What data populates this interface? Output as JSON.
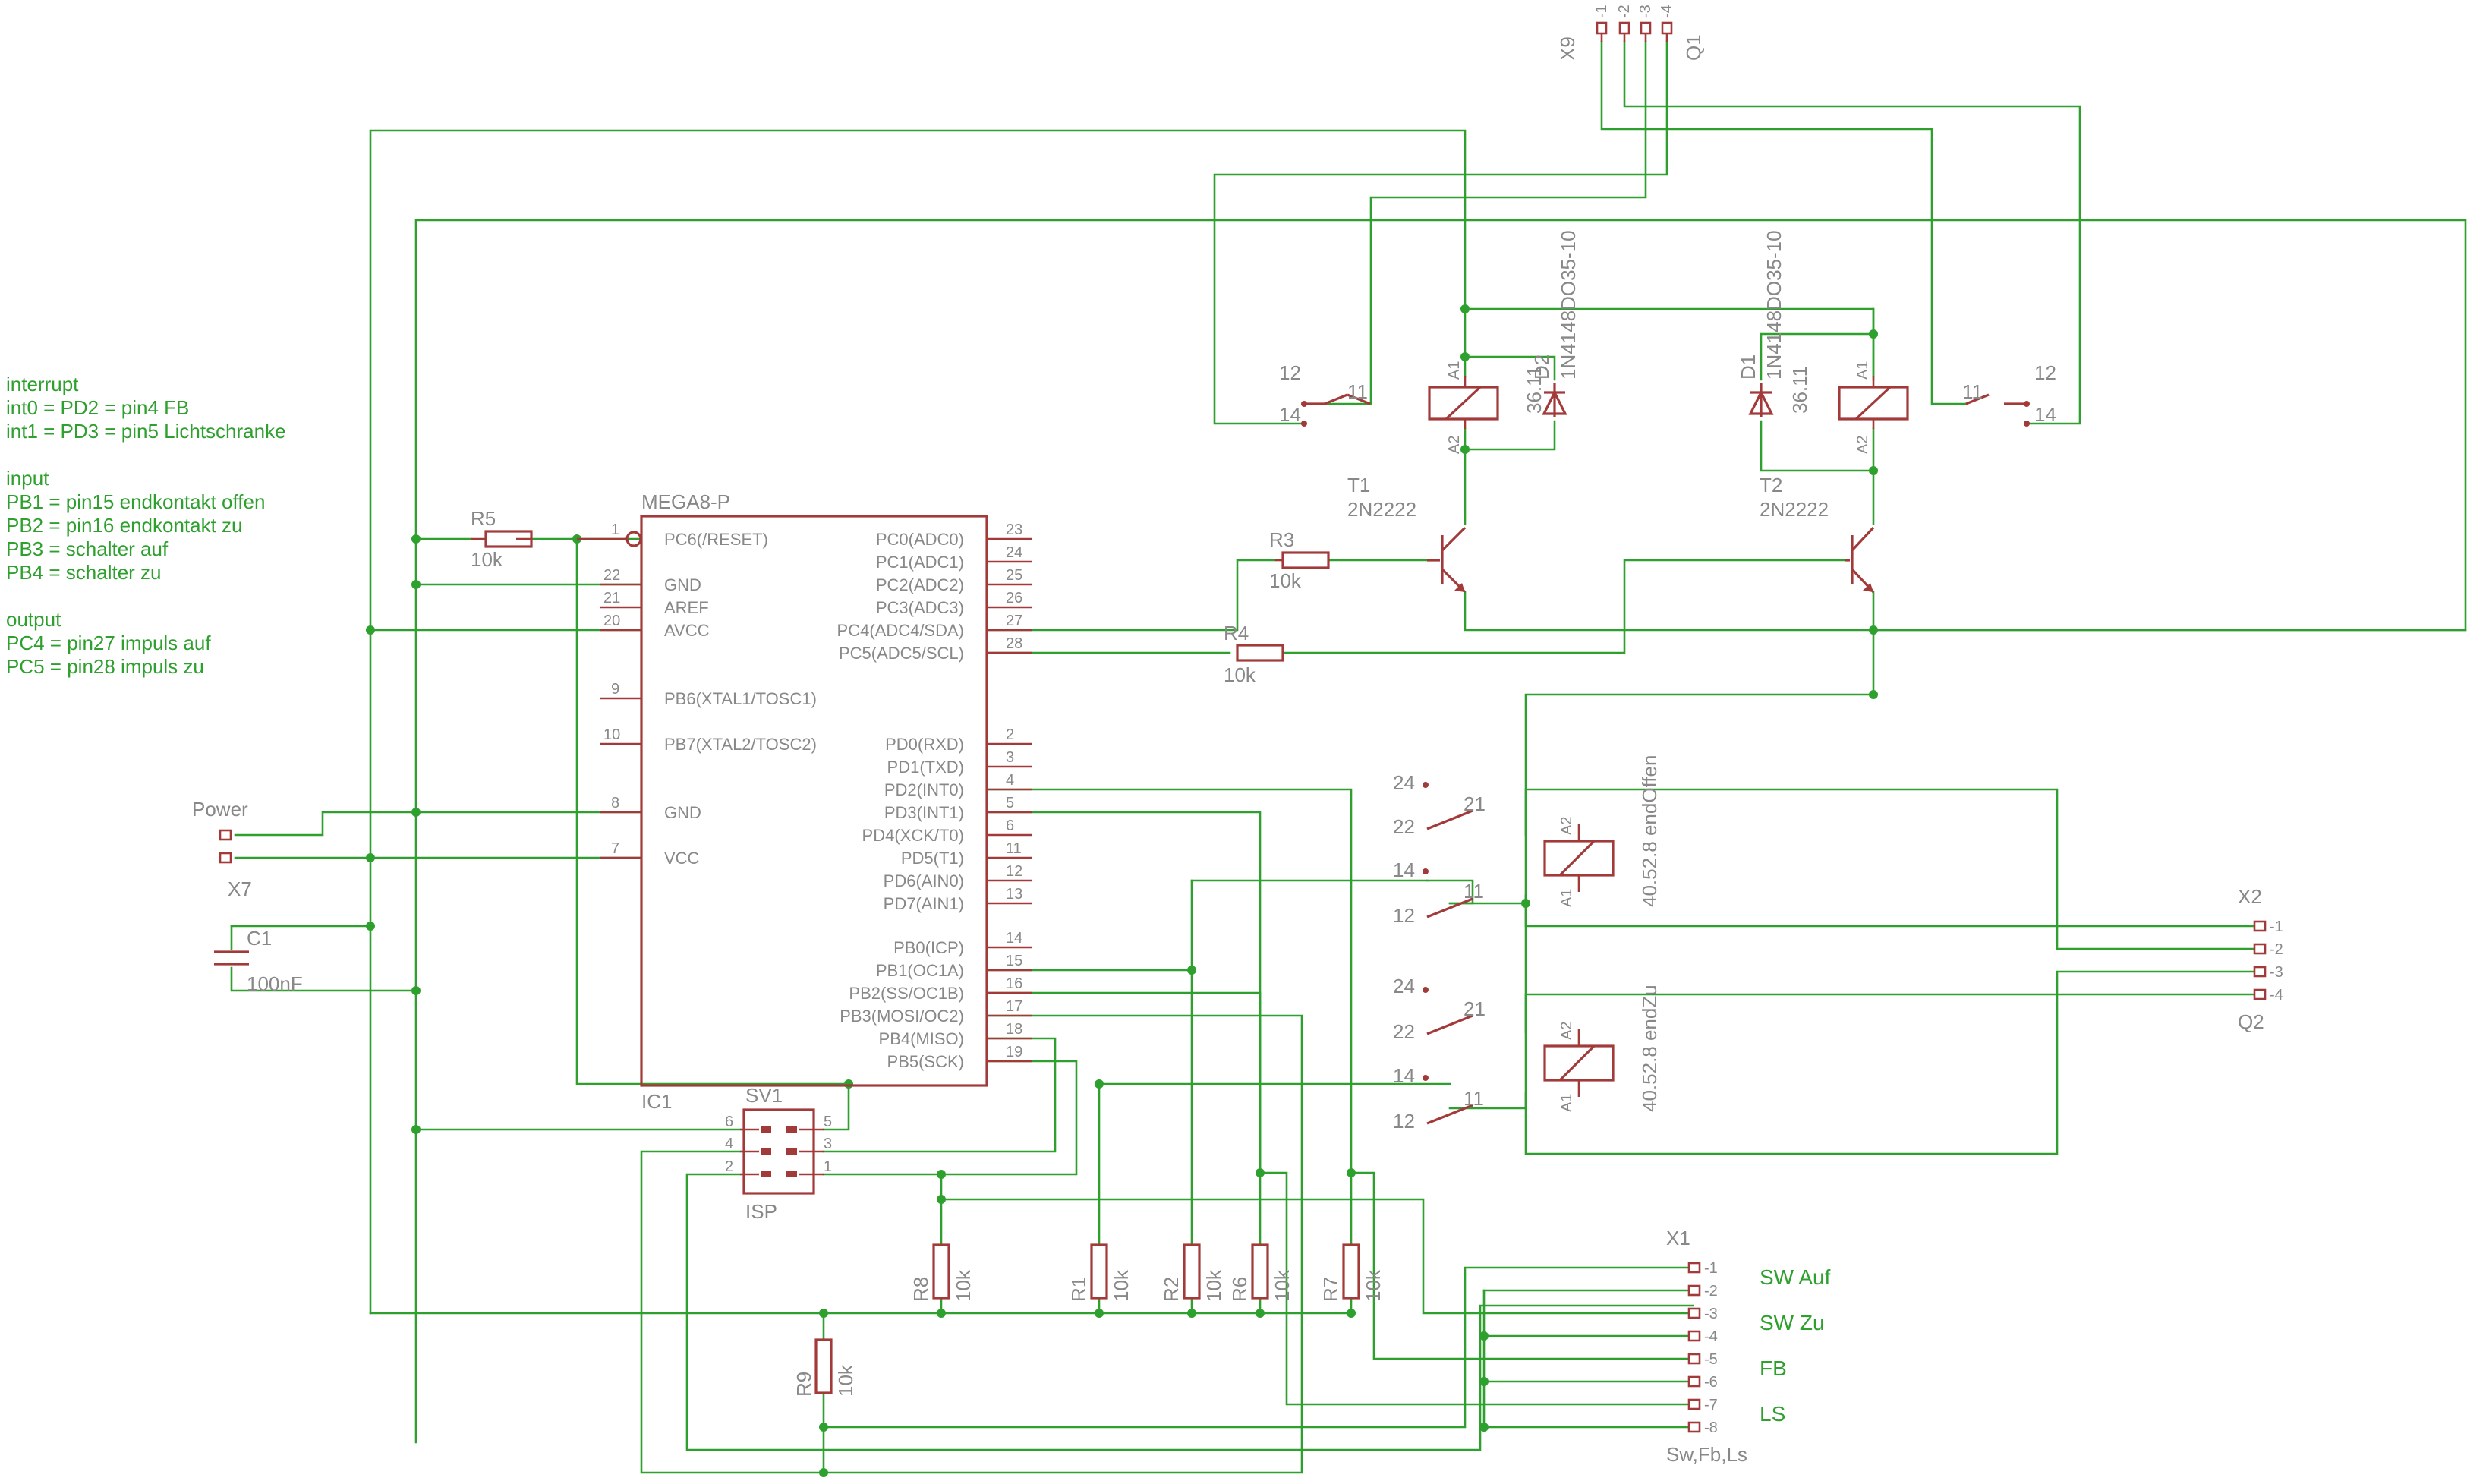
{
  "notes": {
    "lines": [
      "interrupt",
      "int0 = PD2 = pin4 FB",
      "int1 = PD3 = pin5 Lichtschranke",
      "",
      "input",
      "PB1 = pin15 endkontakt offen",
      "PB2 = pin16 endkontakt zu",
      "PB3 = schalter auf",
      "PB4 = schalter zu",
      "",
      "output",
      "PC4 = pin27 impuls auf",
      "PC5 = pin28 impuls zu"
    ]
  },
  "ic1": {
    "name": "IC1",
    "part": "MEGA8-P",
    "left_pins": [
      {
        "num": "1",
        "name": "PC6(/RESET)"
      },
      {
        "num": "22",
        "name": "GND"
      },
      {
        "num": "21",
        "name": "AREF"
      },
      {
        "num": "20",
        "name": "AVCC"
      },
      {
        "num": "9",
        "name": "PB6(XTAL1/TOSC1)"
      },
      {
        "num": "10",
        "name": "PB7(XTAL2/TOSC2)"
      },
      {
        "num": "8",
        "name": "GND"
      },
      {
        "num": "7",
        "name": "VCC"
      }
    ],
    "right_pins": [
      {
        "num": "23",
        "name": "PC0(ADC0)"
      },
      {
        "num": "24",
        "name": "PC1(ADC1)"
      },
      {
        "num": "25",
        "name": "PC2(ADC2)"
      },
      {
        "num": "26",
        "name": "PC3(ADC3)"
      },
      {
        "num": "27",
        "name": "PC4(ADC4/SDA)"
      },
      {
        "num": "28",
        "name": "PC5(ADC5/SCL)"
      },
      {
        "num": "2",
        "name": "PD0(RXD)"
      },
      {
        "num": "3",
        "name": "PD1(TXD)"
      },
      {
        "num": "4",
        "name": "PD2(INT0)"
      },
      {
        "num": "5",
        "name": "PD3(INT1)"
      },
      {
        "num": "6",
        "name": "PD4(XCK/T0)"
      },
      {
        "num": "11",
        "name": "PD5(T1)"
      },
      {
        "num": "12",
        "name": "PD6(AIN0)"
      },
      {
        "num": "13",
        "name": "PD7(AIN1)"
      },
      {
        "num": "14",
        "name": "PB0(ICP)"
      },
      {
        "num": "15",
        "name": "PB1(OC1A)"
      },
      {
        "num": "16",
        "name": "PB2(SS/OC1B)"
      },
      {
        "num": "17",
        "name": "PB3(MOSI/OC2)"
      },
      {
        "num": "18",
        "name": "PB4(MISO)"
      },
      {
        "num": "19",
        "name": "PB5(SCK)"
      }
    ]
  },
  "resistors": [
    {
      "name": "R5",
      "value": "10k"
    },
    {
      "name": "R3",
      "value": "10k"
    },
    {
      "name": "R4",
      "value": "10k"
    },
    {
      "name": "R8",
      "value": "10k"
    },
    {
      "name": "R1",
      "value": "10k"
    },
    {
      "name": "R2",
      "value": "10k"
    },
    {
      "name": "R6",
      "value": "10k"
    },
    {
      "name": "R7",
      "value": "10k"
    },
    {
      "name": "R9",
      "value": "10k"
    }
  ],
  "capacitor": {
    "name": "C1",
    "value": "100nF"
  },
  "power": {
    "label": "Power",
    "name": "X7"
  },
  "isp": {
    "name": "SV1",
    "label": "ISP",
    "pins_left": [
      "6",
      "4",
      "2"
    ],
    "pins_right": [
      "5",
      "3",
      "1"
    ]
  },
  "transistors": [
    {
      "name": "T1",
      "part": "2N2222"
    },
    {
      "name": "T2",
      "part": "2N2222"
    }
  ],
  "diodes": [
    {
      "name": "D2",
      "part": "1N4148DO35-10"
    },
    {
      "name": "D1",
      "part": "1N4148DO35-10"
    }
  ],
  "relays_top": [
    {
      "value": "36.11",
      "a1": "A1",
      "a2": "A2",
      "contacts": [
        "12",
        "11",
        "14"
      ]
    },
    {
      "value": "36.11",
      "a1": "A1",
      "a2": "A2",
      "contacts": [
        "11",
        "12",
        "14"
      ]
    }
  ],
  "relays_mid": [
    {
      "label": "40.52.8 endOffen",
      "a1": "A1",
      "a2": "A2",
      "contacts": [
        "24",
        "22",
        "21",
        "14",
        "12",
        "11"
      ]
    },
    {
      "label": "40.52.8 endZu",
      "a1": "A1",
      "a2": "A2",
      "contacts": [
        "24",
        "22",
        "21",
        "14",
        "12",
        "11"
      ]
    }
  ],
  "x9": {
    "name": "X9",
    "alt": "Q1",
    "pins": [
      "-1",
      "-2",
      "-3",
      "-4"
    ]
  },
  "x2": {
    "name": "X2",
    "alt": "Q2",
    "pins": [
      "-1",
      "-2",
      "-3",
      "-4"
    ]
  },
  "x1": {
    "name": "X1",
    "pins": [
      "-1",
      "-2",
      "-3",
      "-4",
      "-5",
      "-6",
      "-7",
      "-8"
    ],
    "labels": [
      "SW Auf",
      "SW Zu",
      "FB",
      "LS"
    ],
    "value": "Sw,Fb,Ls"
  }
}
